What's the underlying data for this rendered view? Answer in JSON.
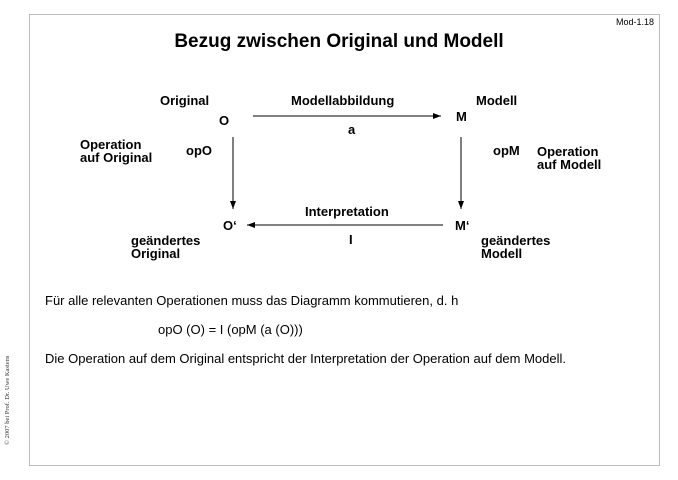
{
  "slide_id": "Mod-1.18",
  "title": "Bezug zwischen Original und Modell",
  "diagram": {
    "original_label": "Original",
    "modell_label": "Modell",
    "modellabbildung_label": "Modellabbildung",
    "interpretation_label": "Interpretation",
    "node_o": "O",
    "node_m": "M",
    "node_o_prime": "O‘",
    "node_m_prime": "M‘",
    "a_label": "a",
    "i_label": "I",
    "opo_label": "opO",
    "opm_label": "opM",
    "op_original_line1": "Operation",
    "op_original_line2": "auf Original",
    "op_modell_line1": "Operation",
    "op_modell_line2": "auf Modell",
    "changed_original_line1": "geändertes",
    "changed_original_line2": "Original",
    "changed_modell_line1": "geändertes",
    "changed_modell_line2": "Modell"
  },
  "body": {
    "line1": "Für alle relevanten Operationen muss das Diagramm kommutieren, d. h",
    "formula": "opO (O) = I (opM (a (O)))",
    "line2": "Die Operation auf dem Original entspricht der Interpretation der Operation auf dem Modell."
  },
  "copyright": "© 2007 bei Prof. Dr. Uwe Kastens"
}
